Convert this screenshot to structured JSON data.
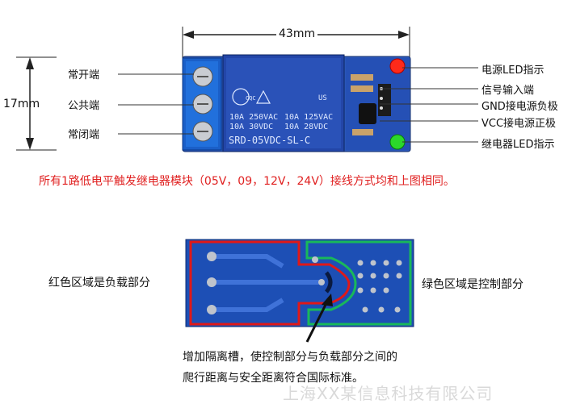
{
  "dimension": {
    "width_label": "43mm",
    "height_label": "17mm"
  },
  "left_labels": {
    "no": "常开端",
    "com": "公共端",
    "nc": "常闭端"
  },
  "right_labels": {
    "power_led": "电源LED指示",
    "signal_in": "信号输入端",
    "gnd": "GND接电源负极",
    "vcc": "VCC接电源正极",
    "relay_led": "继电器LED指示"
  },
  "relay_print": {
    "line1": "10A 250VAC",
    "line2": "10A 125VAC",
    "line3": "10A 30VDC",
    "line4": "10A 28VDC",
    "model": "SRD-05VDC-SL-C",
    "cqc": "CQC",
    "ul": "US"
  },
  "note": "所有1路低电平触发继电器模块（05V，09，12V，24V）接线方式均和上图相同。",
  "pcb": {
    "red_caption": "红色区域是负载部分",
    "green_caption": "绿色区域是控制部分",
    "slot_note_line1": "增加隔离槽，使控制部分与负载部分之间的",
    "slot_note_line2": "爬行距离与安全距离符合国际标准。"
  },
  "watermark": "上海XX某信息科技有限公司",
  "colors": {
    "terminal_blue": "#1a5fc8",
    "relay_blue": "#2346a8",
    "pcb_blue": "#1d4fb5",
    "load_red": "#e01818",
    "control_green": "#19b85a",
    "note_red": "#e02020"
  }
}
